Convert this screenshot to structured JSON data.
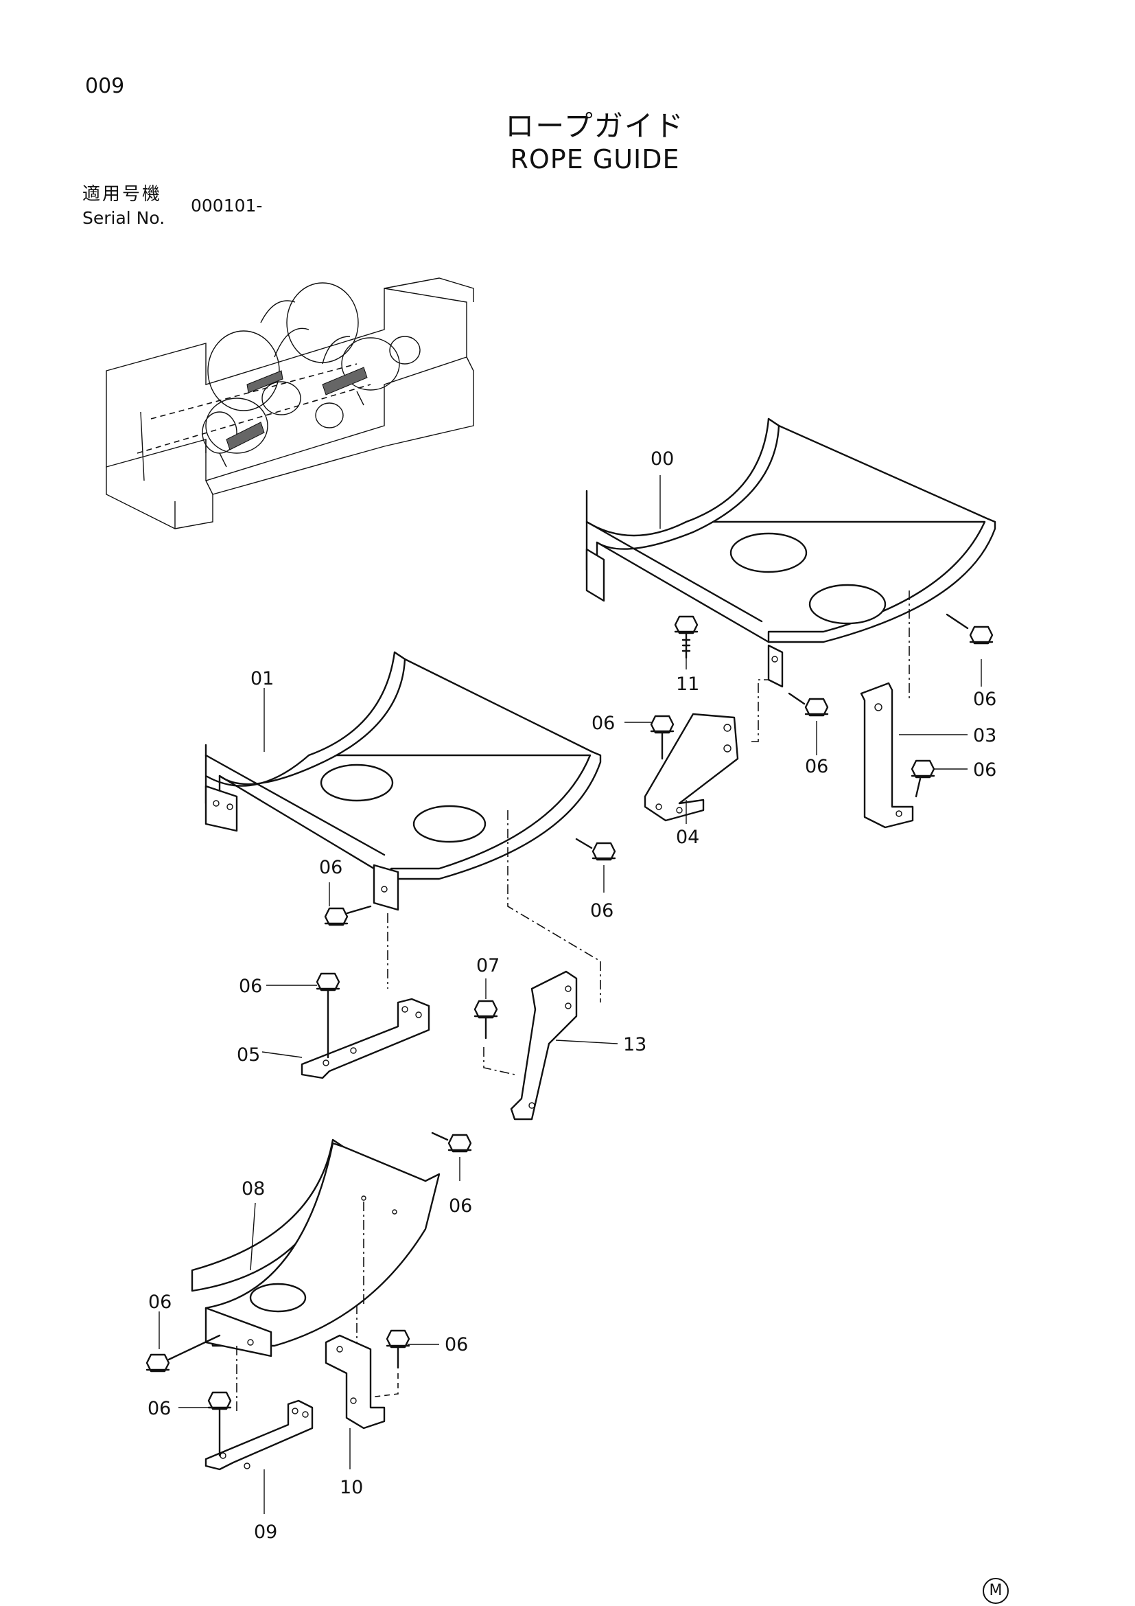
{
  "header": {
    "page_number": "009",
    "title_jp": "ロープガイド",
    "title_en": "ROPE GUIDE",
    "serial_label_jp": "適用号機",
    "serial_label_en": "Serial No.",
    "serial_value": "000101-"
  },
  "part_labels": [
    "00",
    "01",
    "03",
    "04",
    "05",
    "06",
    "07",
    "08",
    "09",
    "10",
    "11",
    "13"
  ],
  "callouts": {
    "c00": "00",
    "c01": "01",
    "c03": "03",
    "c04": "04",
    "c05": "05",
    "c06": "06",
    "c07": "07",
    "c08": "08",
    "c09": "09",
    "c10": "10",
    "c11": "11",
    "c13": "13"
  },
  "footer": {
    "mark": "M"
  }
}
